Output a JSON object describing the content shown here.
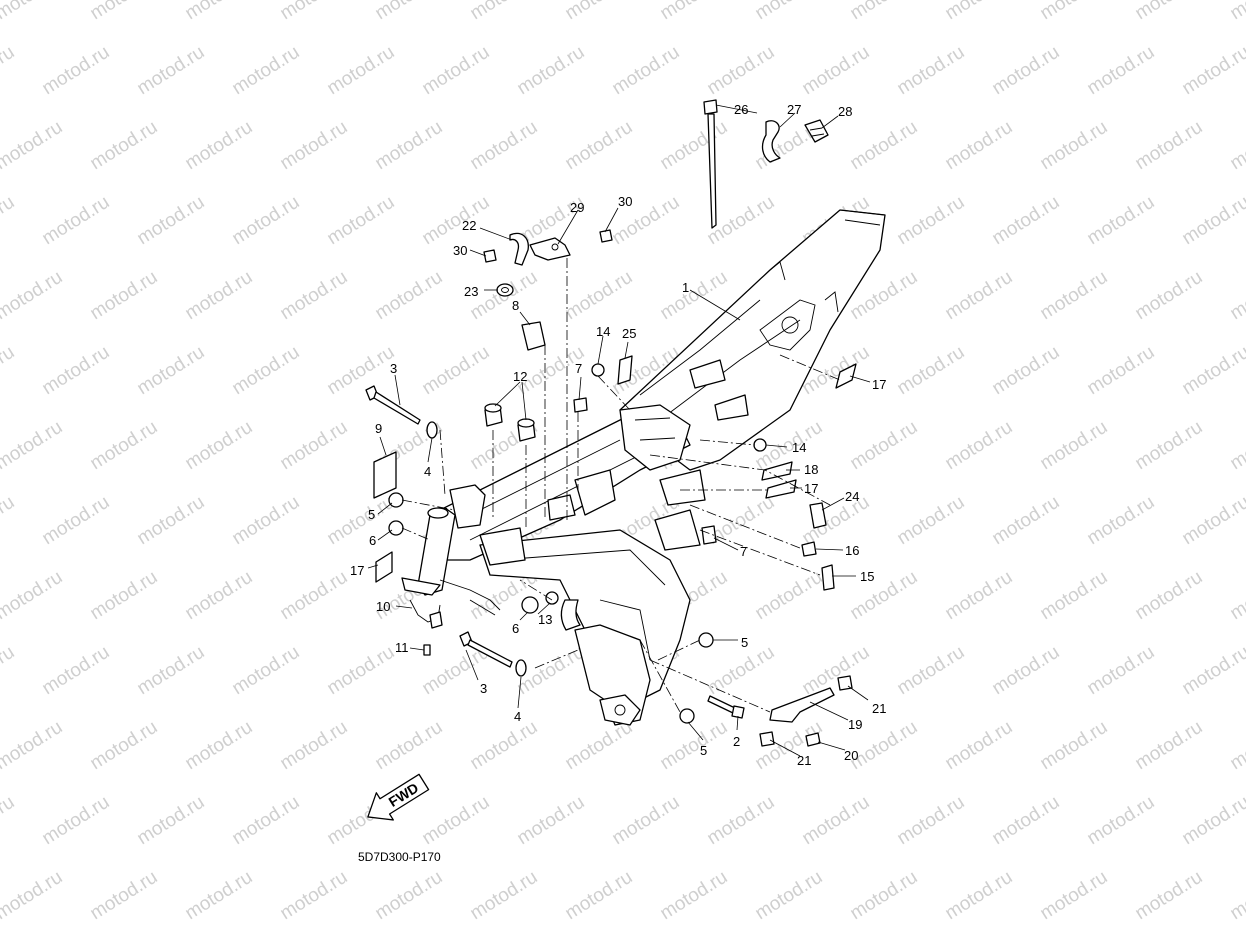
{
  "watermark": "motod.ru",
  "reference_code": "5D7D300-P170",
  "fwd_label": "FWD",
  "callouts": [
    {
      "n": "1"
    },
    {
      "n": "2"
    },
    {
      "n": "3"
    },
    {
      "n": "3"
    },
    {
      "n": "4"
    },
    {
      "n": "4"
    },
    {
      "n": "5"
    },
    {
      "n": "5"
    },
    {
      "n": "5"
    },
    {
      "n": "6"
    },
    {
      "n": "6"
    },
    {
      "n": "7"
    },
    {
      "n": "7"
    },
    {
      "n": "8"
    },
    {
      "n": "9"
    },
    {
      "n": "10"
    },
    {
      "n": "11"
    },
    {
      "n": "12"
    },
    {
      "n": "13"
    },
    {
      "n": "14"
    },
    {
      "n": "14"
    },
    {
      "n": "15"
    },
    {
      "n": "16"
    },
    {
      "n": "17"
    },
    {
      "n": "17"
    },
    {
      "n": "17"
    },
    {
      "n": "18"
    },
    {
      "n": "19"
    },
    {
      "n": "20"
    },
    {
      "n": "21"
    },
    {
      "n": "21"
    },
    {
      "n": "22"
    },
    {
      "n": "23"
    },
    {
      "n": "24"
    },
    {
      "n": "25"
    },
    {
      "n": "26"
    },
    {
      "n": "27"
    },
    {
      "n": "28"
    },
    {
      "n": "29"
    },
    {
      "n": "30"
    },
    {
      "n": "30"
    }
  ]
}
